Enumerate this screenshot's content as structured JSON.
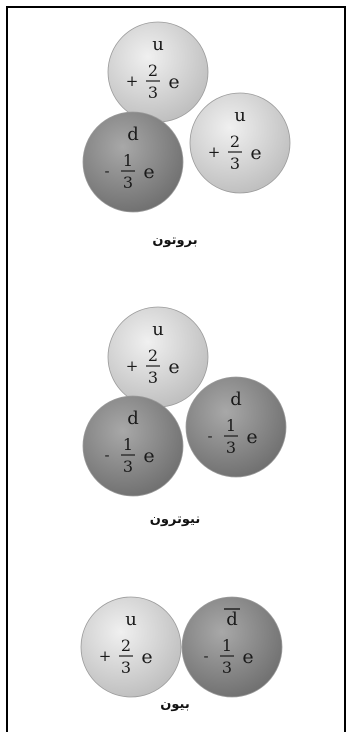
{
  "groups": [
    {
      "caption": "بروتون",
      "quarks": [
        {
          "flavor": "u",
          "sign": "+",
          "numerator": "2",
          "denominator": "3",
          "unit": "e",
          "shade": "light"
        },
        {
          "flavor": "d",
          "sign": "-",
          "numerator": "1",
          "denominator": "3",
          "unit": "e",
          "shade": "dark"
        },
        {
          "flavor": "u",
          "sign": "+",
          "numerator": "2",
          "denominator": "3",
          "unit": "e",
          "shade": "light"
        }
      ]
    },
    {
      "caption": "نيوترون",
      "quarks": [
        {
          "flavor": "u",
          "sign": "+",
          "numerator": "2",
          "denominator": "3",
          "unit": "e",
          "shade": "light"
        },
        {
          "flavor": "d",
          "sign": "-",
          "numerator": "1",
          "denominator": "3",
          "unit": "e",
          "shade": "dark"
        },
        {
          "flavor": "d",
          "sign": "-",
          "numerator": "1",
          "denominator": "3",
          "unit": "e",
          "shade": "dark"
        }
      ]
    },
    {
      "caption": "بيون",
      "quarks": [
        {
          "flavor": "u",
          "sign": "+",
          "numerator": "2",
          "denominator": "3",
          "unit": "e",
          "shade": "light"
        },
        {
          "flavor": "d",
          "sign": "-",
          "numerator": "1",
          "denominator": "3",
          "unit": "e",
          "shade": "dark",
          "antiquark": true
        }
      ]
    }
  ],
  "colors": {
    "light": "#d4d4d4",
    "dark": "#8c8c8c",
    "ink": "#1a1a1a"
  }
}
